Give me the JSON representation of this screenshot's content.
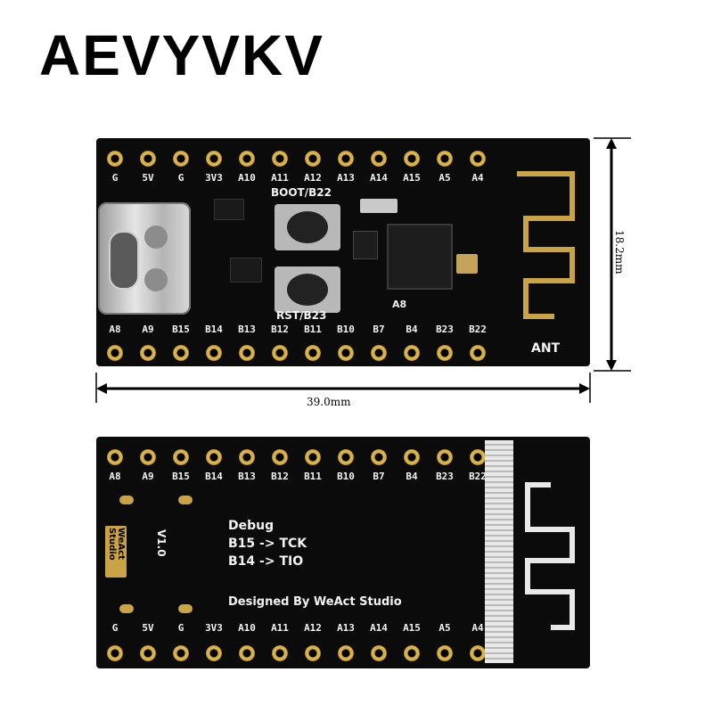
{
  "brand": {
    "text": "AEVYVKV"
  },
  "top_view": {
    "top_pins": [
      "G",
      "5V",
      "G",
      "3V3",
      "A10",
      "A11",
      "A12",
      "A13",
      "A14",
      "A15",
      "A5",
      "A4"
    ],
    "bottom_pins": [
      "A8",
      "A9",
      "B15",
      "B14",
      "B13",
      "B12",
      "B11",
      "B10",
      "B7",
      "B4",
      "B23",
      "B22"
    ],
    "boot_label": "BOOT/B22",
    "rst_label": "RST/B23",
    "small_label": "A8",
    "antenna_label": "ANT"
  },
  "bottom_view": {
    "top_pins": [
      "A8",
      "A9",
      "B15",
      "B14",
      "B13",
      "B12",
      "B11",
      "B10",
      "B7",
      "B4",
      "B23",
      "B22"
    ],
    "bottom_pins": [
      "G",
      "5V",
      "G",
      "3V3",
      "A10",
      "A11",
      "A12",
      "A13",
      "A14",
      "A15",
      "A5",
      "A4"
    ],
    "logo_line1": "WeAct",
    "logo_line2": "Studio",
    "version": "V1.0",
    "debug_title": "Debug",
    "debug_line1": "B15 -> TCK",
    "debug_line2": "B14 -> TIO",
    "designer": "Designed By WeAct Studio"
  },
  "dimensions": {
    "width": "39.0mm",
    "height": "18.2mm"
  },
  "colors": {
    "board": "#0b0b0b",
    "gold": "#c9a447",
    "silk": "#f2f2f2"
  }
}
